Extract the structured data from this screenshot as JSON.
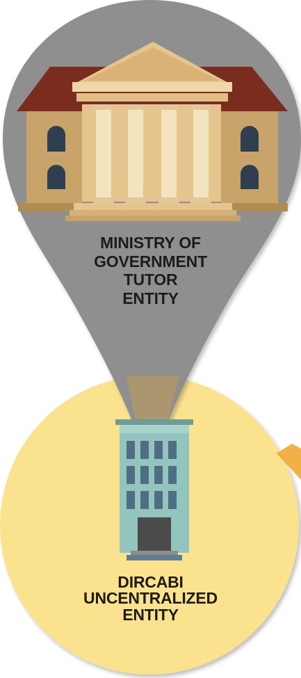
{
  "top_node": {
    "icon": "government-building-icon",
    "lines": [
      "MINISTRY OF",
      "GOVERNMENT",
      "TUTOR",
      "ENTITY"
    ]
  },
  "bottom_node": {
    "icon": "office-building-icon",
    "lines": [
      "DIRCABI",
      "UNCENTRALIZED",
      "ENTITY"
    ]
  },
  "colors": {
    "pin_gray": "#8f8f8f",
    "circle_yellow": "#fbe28f",
    "roof_red": "#7a2d1e",
    "stone": "#e6c48e",
    "wall": "#c8a46a",
    "window_dark": "#2f3f4f",
    "office_teal": "#93c4bd",
    "office_window": "#4f6e84",
    "door": "#4b4b4b"
  }
}
